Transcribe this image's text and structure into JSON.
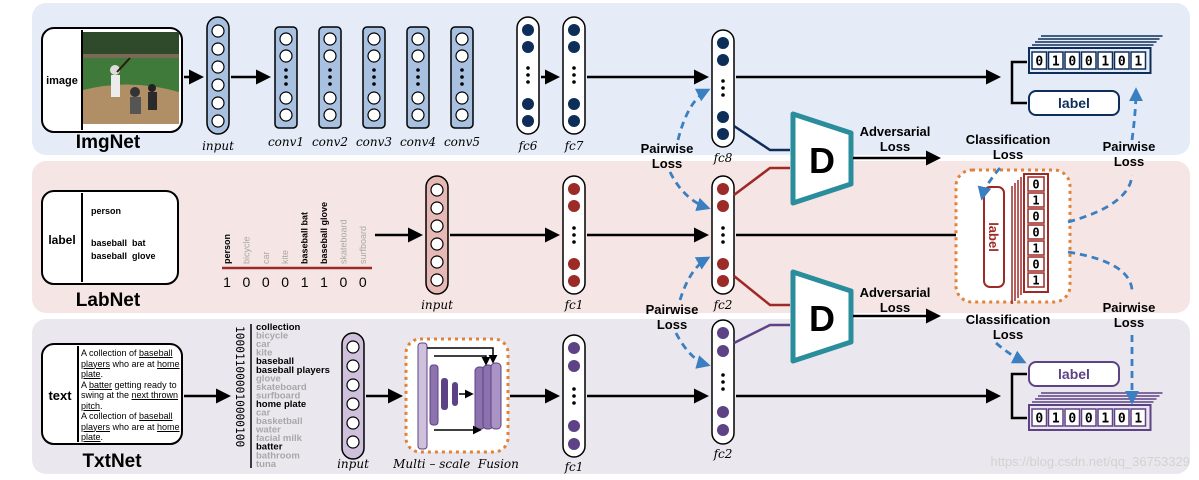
{
  "panels": {
    "img": {
      "name": "ImgNet",
      "input_label": "image",
      "layer_labels": [
        "input",
        "conv1",
        "conv2",
        "conv3",
        "conv4",
        "conv5",
        "fc6",
        "fc7",
        "fc8"
      ]
    },
    "lab": {
      "name": "LabNet",
      "input_label": "label",
      "box_lines": [
        "person",
        "baseball  bat",
        "baseball  glove"
      ],
      "vocab": [
        "person",
        "bicycle",
        "car",
        "kite",
        "baseball  bat",
        "baseball  glove",
        "skateboard",
        "surfboard"
      ],
      "vocab_active": [
        true,
        false,
        false,
        false,
        true,
        true,
        false,
        false
      ],
      "binary": [
        "1",
        "0",
        "0",
        "0",
        "1",
        "1",
        "0",
        "0"
      ],
      "layer_labels": [
        "input",
        "fc1",
        "fc2"
      ]
    },
    "txt": {
      "name": "TxtNet",
      "input_label": "text",
      "sentences": [
        [
          {
            "t": "A collection of "
          },
          {
            "t": "baseball players",
            "u": true
          },
          {
            "t": " who are at "
          },
          {
            "t": "home plate",
            "u": true
          },
          {
            "t": "."
          }
        ],
        [
          {
            "t": "A "
          },
          {
            "t": "batter",
            "u": true
          },
          {
            "t": " getting ready to swing at the "
          },
          {
            "t": "next thrown pitch",
            "u": true
          },
          {
            "t": "."
          }
        ],
        [
          {
            "t": "A collection of "
          },
          {
            "t": "baseball players",
            "u": true
          },
          {
            "t": " who are at "
          },
          {
            "t": "home plate",
            "u": true
          },
          {
            "t": "."
          }
        ]
      ],
      "bow_code": "100011000010000100",
      "vocab": [
        "collection",
        "bicycle",
        "car",
        "kite",
        "baseball",
        "baseball players",
        "glove",
        "skateboard",
        "surfboard",
        "home plate",
        "car",
        "basketball",
        "water",
        "facial milk",
        "batter",
        "bathroom",
        "tuna"
      ],
      "vocab_active": [
        true,
        false,
        false,
        false,
        true,
        true,
        false,
        false,
        false,
        true,
        false,
        false,
        false,
        false,
        true,
        false,
        false
      ],
      "layer_labels": [
        "input",
        "Multi – scale  Fusion",
        "fc1",
        "fc2"
      ]
    }
  },
  "discriminator": "D",
  "labels": {
    "adversarial_loss": [
      "Adversarial",
      "Loss"
    ],
    "pairwise_loss": [
      "Pairwise",
      "Loss"
    ],
    "classification_loss": [
      "Classification",
      "Loss"
    ],
    "label_word": "label",
    "hash_code": [
      "0",
      "1",
      "0",
      "0",
      "1",
      "0",
      "1"
    ],
    "lab_hash_code": [
      "0",
      "1",
      "0",
      "0",
      "1",
      "0",
      "1"
    ]
  },
  "watermark": "https://blog.csdn.net/qq_36753329",
  "colors": {
    "img_bg": "#e6ecf7",
    "lab_bg": "#f5e6e5",
    "txt_bg": "#ebe7ee",
    "img_layer": "#a9c1e0",
    "img_dark": "#0e2e5a",
    "lab_light": "#e7b9b5",
    "lab_dark": "#9c2a27",
    "txt_light": "#cfc1dc",
    "txt_dark": "#5d4285",
    "disc": "#2a8d9b",
    "dashed": "#3a7fc1",
    "fusion": "#e0833a"
  }
}
